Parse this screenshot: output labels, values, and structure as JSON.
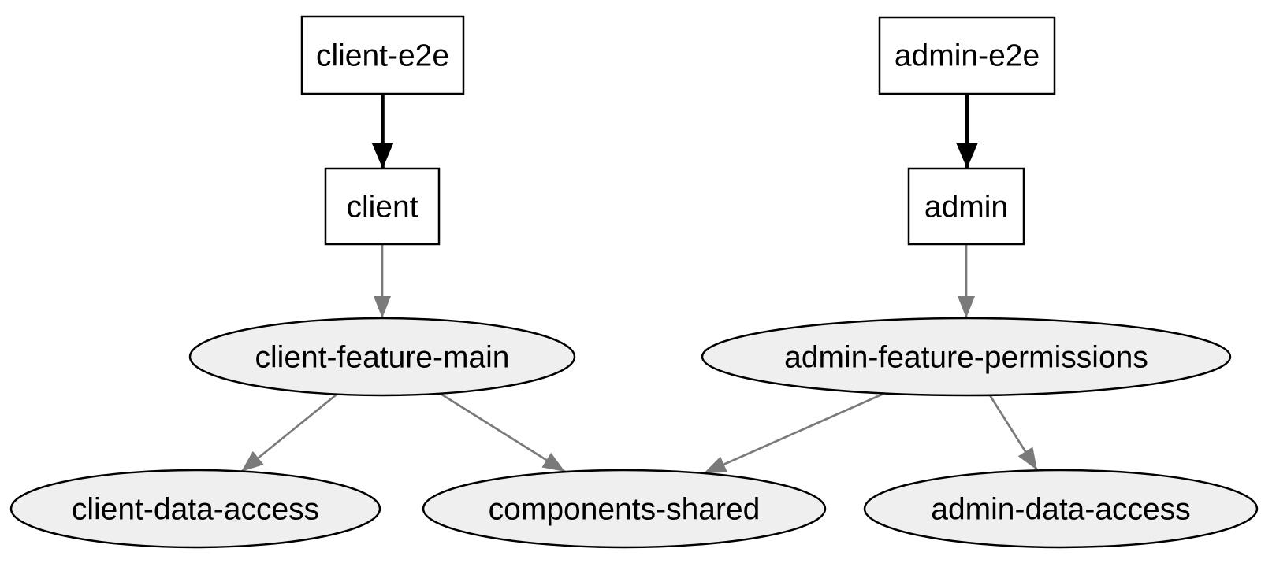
{
  "diagram": {
    "kind": "project-dependency-graph",
    "background": "#ffffff",
    "colors": {
      "app_node_fill": "#ffffff",
      "lib_node_fill": "#efefef",
      "node_border": "#000000",
      "label_text": "#000000",
      "implicit_edge": "#000000",
      "dependency_edge": "#7a7a7a"
    },
    "nodes": [
      {
        "id": "client-e2e",
        "label": "client-e2e",
        "shape": "box"
      },
      {
        "id": "admin-e2e",
        "label": "admin-e2e",
        "shape": "box"
      },
      {
        "id": "client",
        "label": "client",
        "shape": "box"
      },
      {
        "id": "admin",
        "label": "admin",
        "shape": "box"
      },
      {
        "id": "client-feature-main",
        "label": "client-feature-main",
        "shape": "ellipse"
      },
      {
        "id": "admin-feature-permissions",
        "label": "admin-feature-permissions",
        "shape": "ellipse"
      },
      {
        "id": "client-data-access",
        "label": "client-data-access",
        "shape": "ellipse"
      },
      {
        "id": "components-shared",
        "label": "components-shared",
        "shape": "ellipse"
      },
      {
        "id": "admin-data-access",
        "label": "admin-data-access",
        "shape": "ellipse"
      }
    ],
    "edges": [
      {
        "from": "client-e2e",
        "to": "client",
        "style": "bold"
      },
      {
        "from": "admin-e2e",
        "to": "admin",
        "style": "bold"
      },
      {
        "from": "client",
        "to": "client-feature-main",
        "style": "normal"
      },
      {
        "from": "admin",
        "to": "admin-feature-permissions",
        "style": "normal"
      },
      {
        "from": "client-feature-main",
        "to": "client-data-access",
        "style": "normal"
      },
      {
        "from": "client-feature-main",
        "to": "components-shared",
        "style": "normal"
      },
      {
        "from": "admin-feature-permissions",
        "to": "components-shared",
        "style": "normal"
      },
      {
        "from": "admin-feature-permissions",
        "to": "admin-data-access",
        "style": "normal"
      }
    ]
  }
}
